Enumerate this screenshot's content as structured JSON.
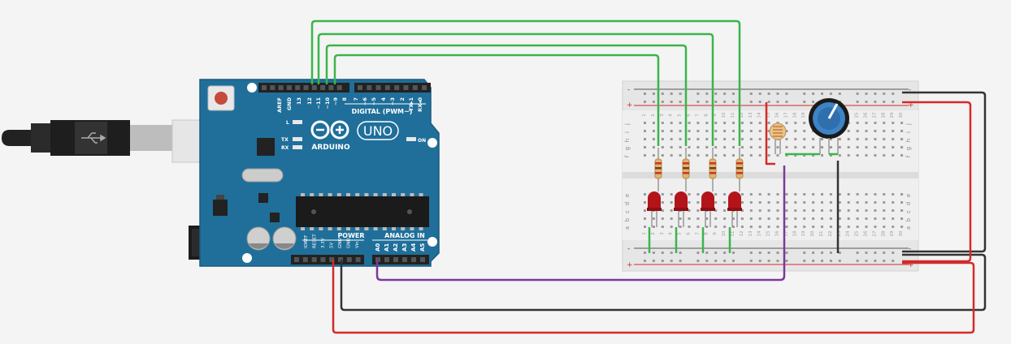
{
  "board": {
    "brand": "ARDUINO",
    "model": "UNO",
    "digital_label": "DIGITAL (PWM~)",
    "analog_label": "ANALOG IN",
    "power_label": "POWER",
    "on_label": "ON",
    "l_label": "L",
    "tx_label": "TX",
    "rx_label": "RX",
    "top_pins": [
      "AREF",
      "GND",
      "13",
      "12",
      "~11",
      "~10",
      "~9",
      "8",
      "7",
      "~6",
      "~5",
      "4",
      "~3",
      "2",
      "TX▸1",
      "RX◂0"
    ],
    "power_pins": [
      "IOREF",
      "RESET",
      "3.3V",
      "5V",
      "GND",
      "GND",
      "Vin"
    ],
    "analog_pins": [
      "A0",
      "A1",
      "A2",
      "A3",
      "A4",
      "A5"
    ]
  },
  "breadboard": {
    "row_letters_top": [
      "j",
      "i",
      "h",
      "g",
      "f"
    ],
    "row_letters_bottom": [
      "e",
      "d",
      "c",
      "b",
      "a"
    ],
    "plus": "+",
    "minus": "-"
  },
  "colors": {
    "board": "#1f6f9a",
    "wire_signal": "#3ab54a",
    "wire_gnd": "#333333",
    "wire_5v": "#d22a2a",
    "wire_analog": "#7a3a9a",
    "led": "#b3141a",
    "resistor": "#e0b46e"
  }
}
